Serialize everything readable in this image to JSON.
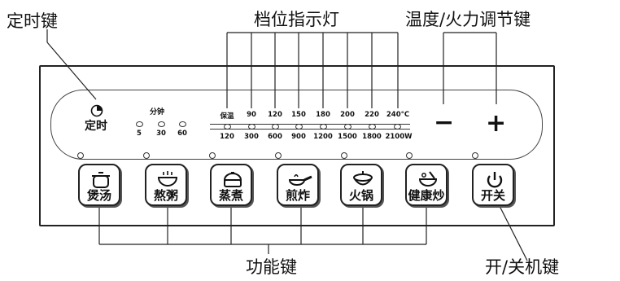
{
  "callouts": {
    "timer_key": "定时键",
    "level_indicator": "档位指示灯",
    "temp_power_key": "温度/火力调节键",
    "function_key": "功能键",
    "power_key": "开/关机键"
  },
  "timer": {
    "label": "定时",
    "unit_label": "分钟",
    "options": [
      "5",
      "30",
      "60"
    ]
  },
  "indicator_scale": {
    "top_labels": [
      "保温",
      "90",
      "120",
      "150",
      "180",
      "200",
      "220",
      "240°C"
    ],
    "bottom_labels": [
      "120",
      "300",
      "600",
      "900",
      "1200",
      "1500",
      "1800",
      "2100W"
    ]
  },
  "adjust_keys": {
    "minus": "−",
    "plus": "+"
  },
  "function_buttons": [
    {
      "label": "煲汤",
      "icon": "pot-icon"
    },
    {
      "label": "熬粥",
      "icon": "bowl-icon"
    },
    {
      "label": "蒸煮",
      "icon": "steamer-icon"
    },
    {
      "label": "煎炸",
      "icon": "frying-pan-icon"
    },
    {
      "label": "火锅",
      "icon": "hotpot-icon"
    },
    {
      "label": "健康炒",
      "icon": "wok-stir-icon"
    }
  ],
  "power_button": {
    "label": "开关",
    "icon": "power-icon"
  }
}
